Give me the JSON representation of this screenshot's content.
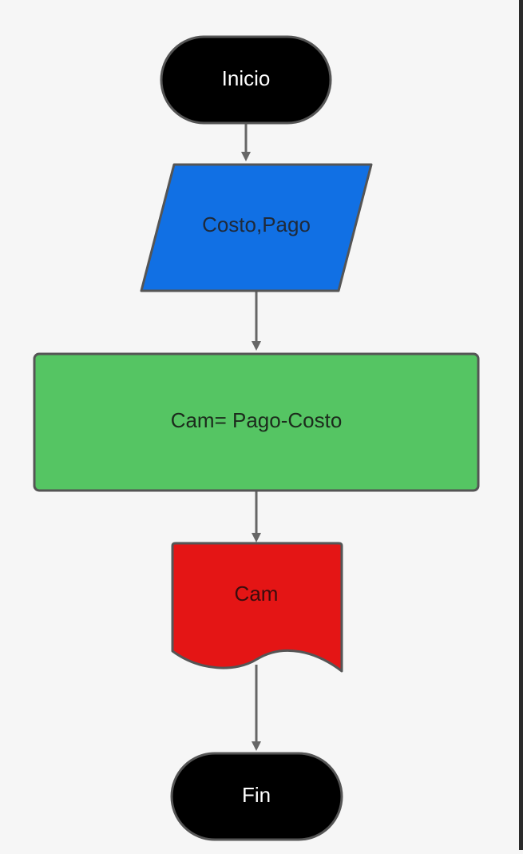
{
  "flowchart": {
    "nodes": [
      {
        "id": "start",
        "shape": "terminator",
        "label": "Inicio",
        "fill": "#000000",
        "text_color": "#ffffff"
      },
      {
        "id": "input",
        "shape": "data-parallelogram",
        "label": "Costo,Pago",
        "fill": "#1170e4",
        "text_color": "#1f2a3a"
      },
      {
        "id": "process",
        "shape": "process-rectangle",
        "label": "Cam= Pago-Costo",
        "fill": "#55c563",
        "text_color": "#1c2a1c"
      },
      {
        "id": "output",
        "shape": "document",
        "label": "Cam",
        "fill": "#e41515",
        "text_color": "#3a0d0d"
      },
      {
        "id": "end",
        "shape": "terminator",
        "label": "Fin",
        "fill": "#000000",
        "text_color": "#ffffff"
      }
    ],
    "edges": [
      {
        "from": "start",
        "to": "input"
      },
      {
        "from": "input",
        "to": "process"
      },
      {
        "from": "process",
        "to": "output"
      },
      {
        "from": "output",
        "to": "end"
      }
    ],
    "colors": {
      "background": "#f6f6f6",
      "stroke": "#555555",
      "connector": "#666666"
    }
  }
}
